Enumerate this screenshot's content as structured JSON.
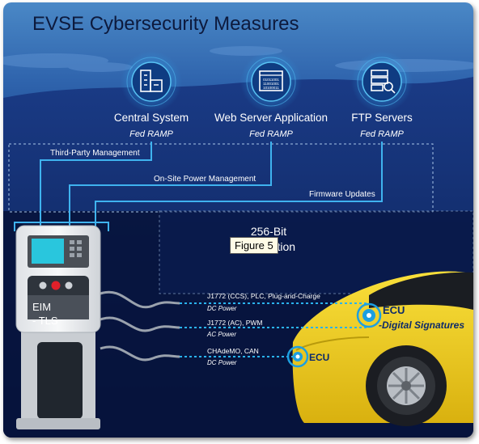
{
  "title": "EVSE Cybersecurity Measures",
  "servers": [
    {
      "name": "Central System",
      "sub": "Fed RAMP",
      "icon": "building-icon"
    },
    {
      "name": "Web Server Application",
      "sub": "Fed RAMP",
      "icon": "browser-code-icon"
    },
    {
      "name": "FTP Servers",
      "sub": "Fed RAMP",
      "icon": "server-search-icon"
    }
  ],
  "links": {
    "third_party": "Third-Party Management",
    "onsite_power": "On-Site Power Management",
    "firmware": "Firmware Updates"
  },
  "encryption_text_top": "256-Bit",
  "encryption_text_bottom": "Encryption",
  "tooltip": "Figure 5",
  "charger": {
    "label_line1": "EIM",
    "label_line2": "- TLS"
  },
  "connections": [
    {
      "label": "J1772 (CCS), PLC, Plug-and-Charge",
      "sub": "DC Power"
    },
    {
      "label": "J1772 (AC), PWM",
      "sub": "AC Power"
    },
    {
      "label": "CHAdeMO, CAN",
      "sub": "DC Power"
    }
  ],
  "ecu_main": {
    "label": "ECU",
    "sub": "-Digital Signatures"
  },
  "ecu_secondary": {
    "label": "ECU"
  },
  "colors": {
    "sky_top": "#3a74b8",
    "sky_bottom": "#07133a",
    "accent": "#1ea7e8",
    "car": "#f4d31a"
  }
}
